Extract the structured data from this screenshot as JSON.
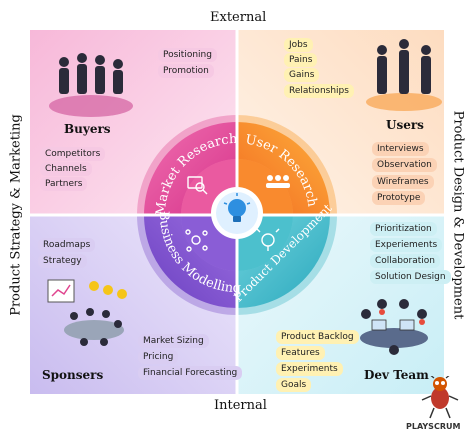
{
  "axes": {
    "top": "External",
    "bottom": "Internal",
    "left": "Product Strategy & Marketing",
    "right": "Product Design & Development"
  },
  "rings": {
    "market_research": "Market Research",
    "user_research": "User Research",
    "business_modelling": "Business Modelling",
    "product_development": "Product Development"
  },
  "quadrants": {
    "buyers": {
      "title": "Buyers",
      "top_tags": [
        "Positioning",
        "Promotion"
      ],
      "tags": [
        "Competitors",
        "Channels",
        "Partners"
      ]
    },
    "users": {
      "title": "Users",
      "top_tags": [
        "Jobs",
        "Pains",
        "Gains",
        "Relationships"
      ],
      "tags": [
        "Interviews",
        "Observation",
        "Wireframes",
        "Prototype"
      ]
    },
    "sponsers": {
      "title": "Sponsers",
      "top_tags": [
        "Roadmaps",
        "Strategy"
      ],
      "tags": [
        "Market Sizing",
        "Pricing",
        "Financial Forecasting"
      ]
    },
    "dev_team": {
      "title": "Dev Team",
      "top_tags": [
        "Prioritization",
        "Experiements",
        "Collaboration",
        "Solution Design"
      ],
      "tags": [
        "Product Backlog",
        "Features",
        "Experiments",
        "Goals"
      ]
    }
  },
  "brand": {
    "name": "PLAYSCRUM"
  },
  "colors": {
    "pink": "#e0458f",
    "orange": "#f7941d",
    "purple": "#7b4fc9",
    "teal": "#3cb4c2",
    "center": "#2e8fe0"
  }
}
